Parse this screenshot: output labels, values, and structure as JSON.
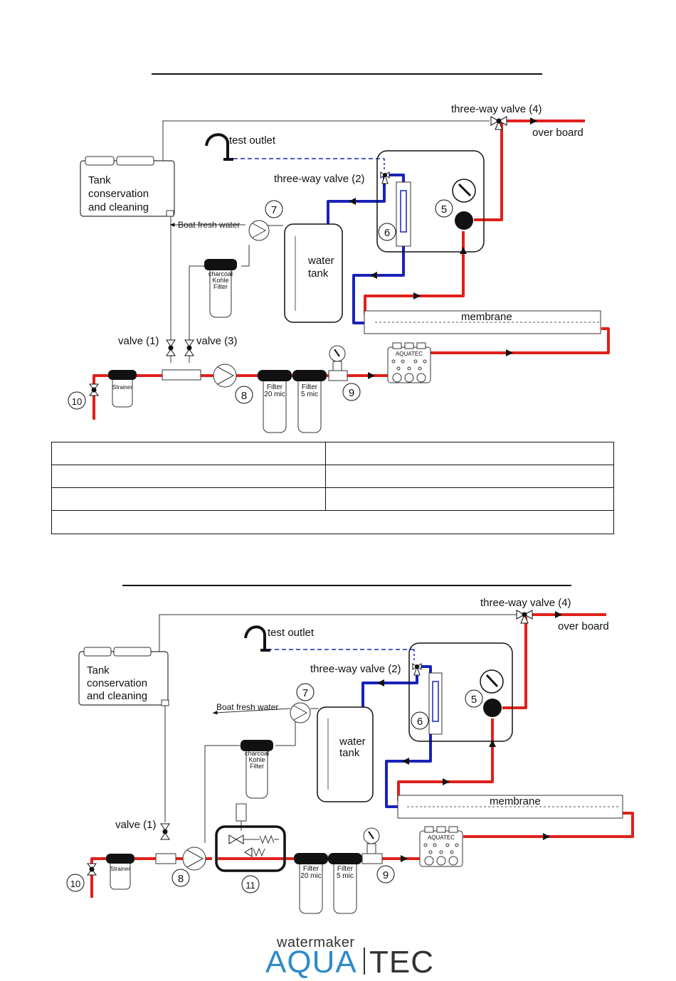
{
  "diagram1": {
    "labels": {
      "three_way_valve_4": "three-way valve (4)",
      "over_board": "over board",
      "test_outlet": "test outlet",
      "tank_line1": "Tank",
      "tank_line2": "conservation",
      "tank_line3": "and cleaning",
      "three_way_valve_2": "three-way valve (2)",
      "boat_fresh_water": "Boat fresh water",
      "water_line1": "water",
      "water_line2": "tank",
      "charcoal_line1": "charcoal",
      "charcoal_line2": "Kohle",
      "charcoal_line3": "Filter",
      "membrane": "membrane",
      "valve_1": "valve (1)",
      "valve_3": "valve (3)",
      "aquatec": "AQUATEC",
      "strainer": "Strainer",
      "filter20_line1": "Filter",
      "filter20_line2": "20 mic",
      "filter5_line1": "Filter",
      "filter5_line2": "5 mic",
      "n5": "5",
      "n6": "6",
      "n7": "7",
      "n8": "8",
      "n9": "9",
      "n10": "10"
    }
  },
  "diagram2": {
    "labels": {
      "three_way_valve_4": "three-way valve (4)",
      "over_board": "over board",
      "test_outlet": "test outlet",
      "tank_line1": "Tank",
      "tank_line2": "conservation",
      "tank_line3": "and cleaning",
      "three_way_valve_2": "three-way valve (2)",
      "boat_fresh_water": "Boat fresh water",
      "water_line1": "water",
      "water_line2": "tank",
      "charcoal_line1": "charcoal",
      "charcoal_line2": "Kohle",
      "charcoal_line3": "Filter",
      "membrane": "membrane",
      "valve_1": "valve (1)",
      "aquatec": "AQUATEC",
      "strainer": "Strainer",
      "filter20_line1": "Filter",
      "filter20_line2": "20 mic",
      "filter5_line1": "Filter",
      "filter5_line2": "5 mic",
      "n5": "5",
      "n6": "6",
      "n7": "7",
      "n8": "8",
      "n9": "9",
      "n10": "10",
      "n11": "11"
    }
  },
  "logo": {
    "small": "watermaker",
    "aqua": "AQUA",
    "tec": "TEC"
  },
  "colors": {
    "feed": "#e0201b",
    "product": "#1a22b8",
    "line": "#111111",
    "brand": "#2f8bc9"
  }
}
